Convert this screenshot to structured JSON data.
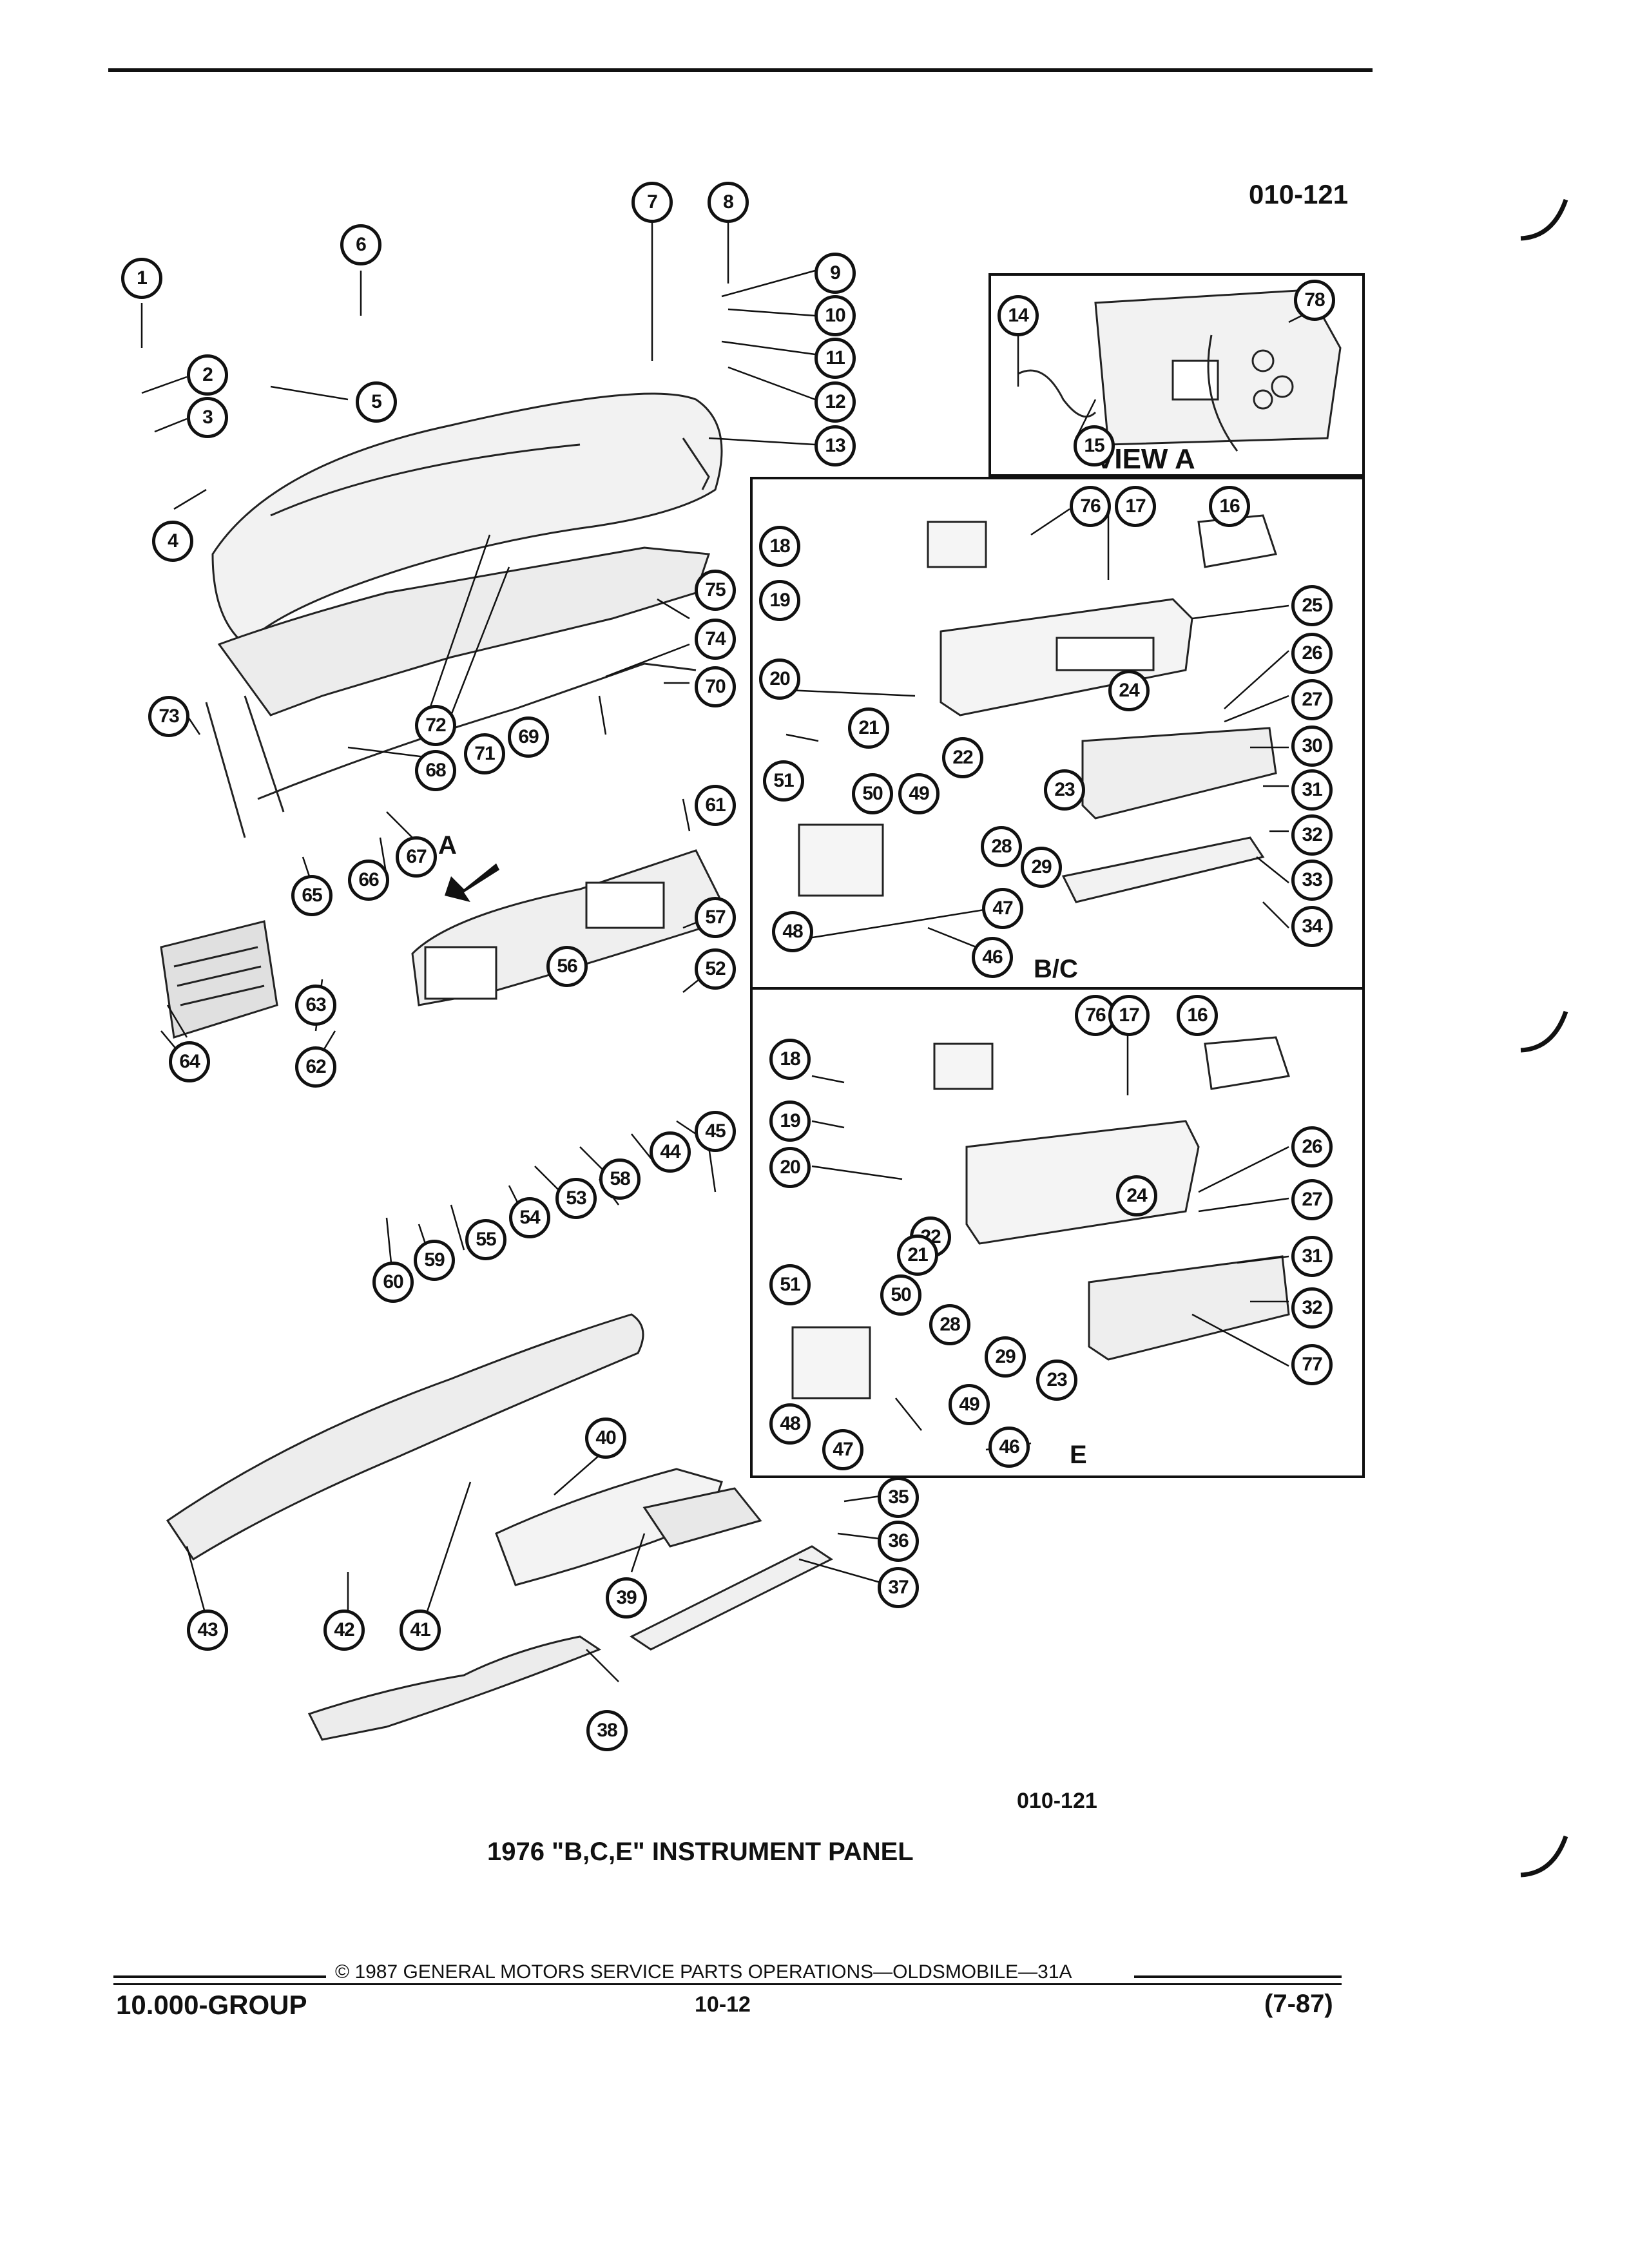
{
  "header": {
    "code": "010-121"
  },
  "view_a": {
    "label": "VIEW  A"
  },
  "bc_label": "B/C",
  "e_label": "E",
  "arrow_label": "A",
  "caption": {
    "code": "010-121",
    "title": "1976 \"B,C,E\" INSTRUMENT PANEL"
  },
  "footer": {
    "copyright": "© 1987 GENERAL MOTORS SERVICE PARTS OPERATIONS—OLDSMOBILE—31A",
    "group": "10.000-GROUP",
    "page": "10-12",
    "date": "(7-87)"
  },
  "callouts": {
    "c1": "1",
    "c2": "2",
    "c3": "3",
    "c4": "4",
    "c5": "5",
    "c6": "6",
    "c7": "7",
    "c8": "8",
    "c9": "9",
    "c10": "10",
    "c11": "11",
    "c12": "12",
    "c13": "13",
    "c14": "14",
    "c15": "15",
    "c78": "78",
    "bc16": "16",
    "bc17": "17",
    "bc18": "18",
    "bc19": "19",
    "bc20": "20",
    "bc21": "21",
    "bc22": "22",
    "bc23": "23",
    "bc24": "24",
    "bc25": "25",
    "bc26": "26",
    "bc27": "27",
    "bc28": "28",
    "bc29": "29",
    "bc30": "30",
    "bc31": "31",
    "bc32": "32",
    "bc33": "33",
    "bc34": "34",
    "bc46": "46",
    "bc47": "47",
    "bc48": "48",
    "bc49": "49",
    "bc50": "50",
    "bc51": "51",
    "bc76": "76",
    "e16": "16",
    "e17": "17",
    "e18": "18",
    "e19": "19",
    "e20": "20",
    "e21": "21",
    "e22": "22",
    "e23": "23",
    "e24": "24",
    "e26": "26",
    "e27": "27",
    "e28": "28",
    "e29": "29",
    "e31": "31",
    "e32": "32",
    "e46": "46",
    "e47": "47",
    "e48": "48",
    "e49": "49",
    "e50": "50",
    "e51": "51",
    "e76": "76",
    "e77": "77",
    "c35": "35",
    "c36": "36",
    "c37": "37",
    "c38": "38",
    "c39": "39",
    "c40": "40",
    "c41": "41",
    "c42": "42",
    "c43": "43",
    "c44": "44",
    "c45": "45",
    "c52": "52",
    "c53": "53",
    "c54": "54",
    "c55": "55",
    "c56": "56",
    "c57": "57",
    "c58": "58",
    "c59": "59",
    "c60": "60",
    "c61": "61",
    "c62": "62",
    "c63": "63",
    "c64": "64",
    "c65": "65",
    "c66": "66",
    "c67": "67",
    "c68": "68",
    "c69": "69",
    "c70": "70",
    "c71": "71",
    "c72": "72",
    "c73": "73",
    "c74": "74",
    "c75": "75"
  }
}
